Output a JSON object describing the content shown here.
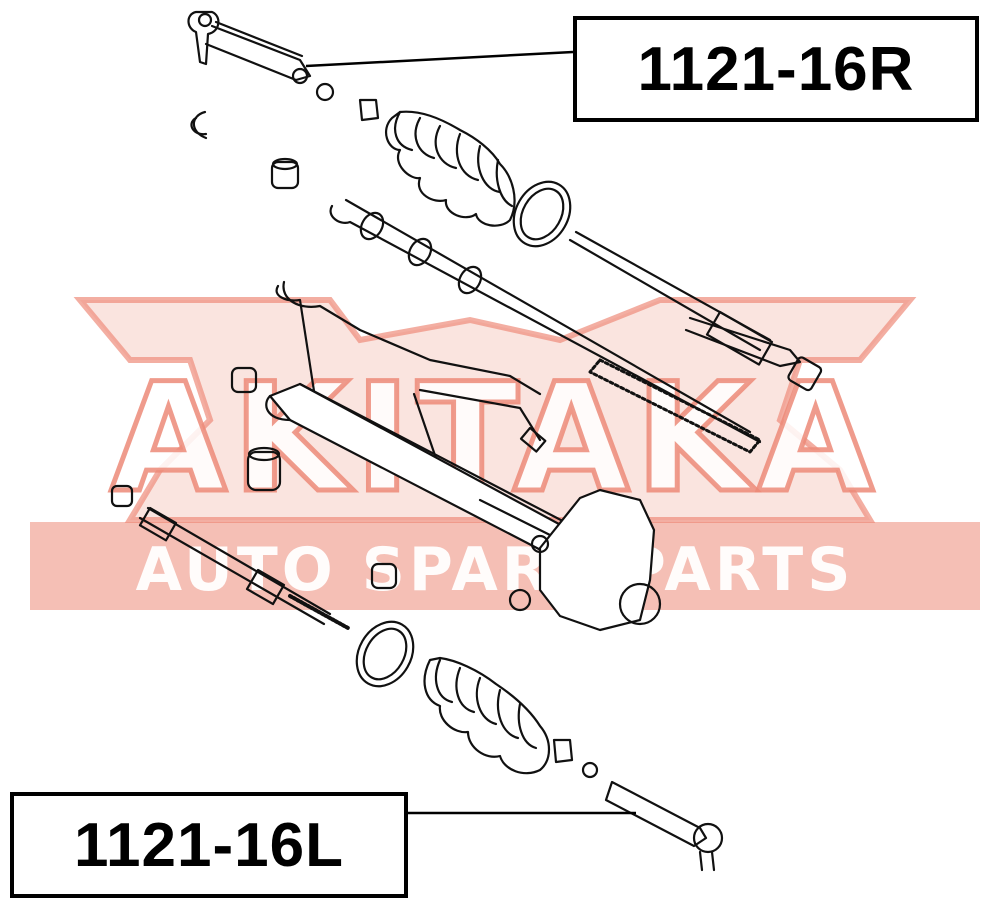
{
  "labels": {
    "right_part": "1121-16R",
    "left_part": "1121-16L"
  },
  "watermark": {
    "brand": "AKITAKA",
    "tagline": "AUTO SPARE PARTS",
    "color": "#e97a6a"
  },
  "line_color": "#111111"
}
